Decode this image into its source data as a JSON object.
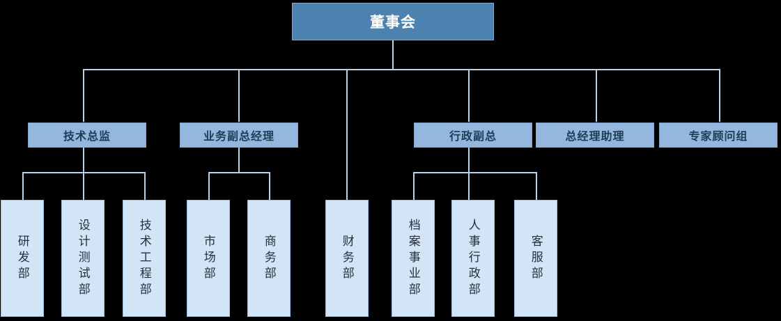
{
  "diagram": {
    "type": "org-chart",
    "title_node": "董事会",
    "colors": {
      "root_fill": "#4d82b0",
      "root_text": "#ffffff",
      "mid_fill": "#94b8dd",
      "mid_text": "#1f3b55",
      "leaf_fill": "#d3e4f7",
      "leaf_text": "#25303a",
      "connector": "#b9d3ec",
      "background": "#000000"
    },
    "levels": {
      "root": {
        "label": "董事会"
      },
      "managers": [
        {
          "key": "tech-director",
          "label": "技术总监"
        },
        {
          "key": "business-vp",
          "label": "业务副总经理"
        },
        {
          "key": "admin-vp",
          "label": "行政副总"
        },
        {
          "key": "gm-assistant",
          "label": "总经理助理"
        },
        {
          "key": "expert-advisory",
          "label": "专家顾问组"
        }
      ],
      "departments": [
        {
          "key": "rd-dept",
          "label": "研发部",
          "parent": "tech-director"
        },
        {
          "key": "design-test",
          "label": "设计测试部",
          "parent": "tech-director"
        },
        {
          "key": "tech-eng",
          "label": "技术工程部",
          "parent": "tech-director"
        },
        {
          "key": "marketing",
          "label": "市场部",
          "parent": "business-vp"
        },
        {
          "key": "commerce",
          "label": "商务部",
          "parent": "business-vp"
        },
        {
          "key": "finance",
          "label": "财务部",
          "parent": "board"
        },
        {
          "key": "archives",
          "label": "档案事业部",
          "parent": "admin-vp"
        },
        {
          "key": "hr-admin",
          "label": "人事行政部",
          "parent": "admin-vp"
        },
        {
          "key": "customer-service",
          "label": "客服部",
          "parent": "admin-vp"
        }
      ]
    }
  }
}
